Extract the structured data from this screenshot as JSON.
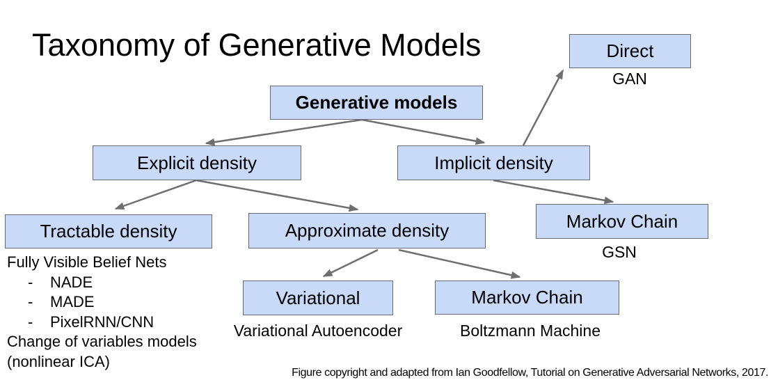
{
  "title": "Taxonomy of Generative Models",
  "caption": "Figure copyright and adapted from Ian Goodfellow, Tutorial on Generative Adversarial Networks, 2017.",
  "colors": {
    "box_fill": "#c9daf8",
    "box_border": "#666a70",
    "arrow": "#6e6e6e",
    "text": "#000000",
    "background": "#ffffff"
  },
  "nodes": {
    "generative_models": {
      "label": "Generative models"
    },
    "direct": {
      "label": "Direct",
      "annotation": "GAN"
    },
    "explicit_density": {
      "label": "Explicit density"
    },
    "implicit_density": {
      "label": "Implicit density"
    },
    "tractable_density": {
      "label": "Tractable density"
    },
    "approximate_density": {
      "label": "Approximate density"
    },
    "markov_chain_gsn": {
      "label": "Markov Chain",
      "annotation": "GSN"
    },
    "variational": {
      "label": "Variational",
      "annotation": "Variational Autoencoder"
    },
    "markov_chain_boltzmann": {
      "label": "Markov Chain",
      "annotation": "Boltzmann Machine"
    }
  },
  "notes": {
    "heading": "Fully Visible Belief Nets",
    "dash": "-",
    "bullets": [
      "NADE",
      "MADE",
      "PixelRNN/CNN"
    ],
    "footer": [
      "Change of variables models",
      "(nonlinear ICA)"
    ]
  },
  "edges": [
    {
      "from": "generative_models",
      "to": "explicit_density"
    },
    {
      "from": "generative_models",
      "to": "implicit_density"
    },
    {
      "from": "implicit_density",
      "to": "direct"
    },
    {
      "from": "explicit_density",
      "to": "tractable_density"
    },
    {
      "from": "explicit_density",
      "to": "approximate_density"
    },
    {
      "from": "implicit_density",
      "to": "markov_chain_gsn"
    },
    {
      "from": "approximate_density",
      "to": "variational"
    },
    {
      "from": "approximate_density",
      "to": "markov_chain_boltzmann"
    }
  ]
}
